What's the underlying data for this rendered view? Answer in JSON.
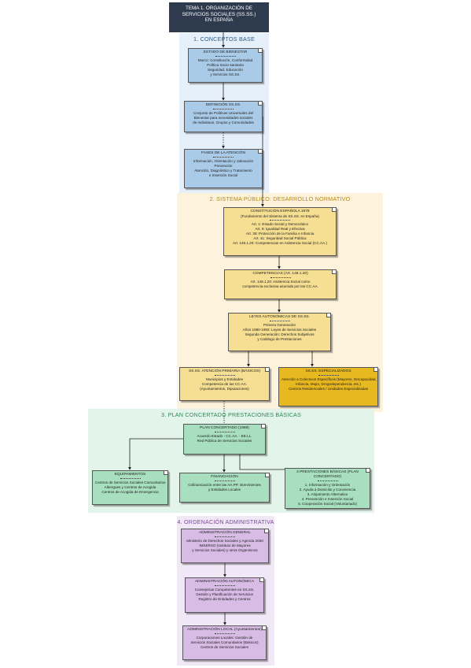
{
  "title": {
    "lines": [
      "TEMA 1. ORGANIZACIÓN DE",
      "SERVICIOS SOCIALES (SS.SS.)",
      "EN ESPAÑA"
    ]
  },
  "sections": {
    "s1": "1. CONCEPTOS BASE",
    "s2": "2. SISTEMA PÚBLICO: DESARROLLO NORMATIVO",
    "s3": "3. PLAN CONCERTADO PRESTACIONES BÁSICAS",
    "s4": "4. ORDENACIÓN ADMINISTRATIVA"
  },
  "nodes": {
    "estado": {
      "title": "ESTADO DE BIENESTAR",
      "lines": [
        "Marco: Constitución, Conformidad",
        "Política Socio-sanitaria",
        "Seguridad, Educación",
        "y Servicios SS.SS."
      ]
    },
    "definicion": {
      "title": "DEFINICIÓN SS.SS.",
      "lines": [
        "Conjunto de Políticas Universales del",
        "Bienestar para necesidades sociales",
        "de individuos, Grupos y Comunidades"
      ]
    },
    "fases": {
      "title": "FASES DE LA ATENCIÓN",
      "lines": [
        "Información, Orientación y Valoración",
        "Prevención",
        "Atención, Diagnóstico y Tratamiento",
        "e Inserción Social"
      ]
    },
    "constitucion": {
      "title": "CONSTITUCIÓN ESPAÑOLA 1978",
      "lines": [
        "(Fundamento del Sistema de SS.SS. en España)",
        "Art. 1: Estado Social y Democrático",
        "Art. 9: Igualdad Real y Efectiva",
        "Art. 39: Protección de la Familia e Infancia",
        "Art. 41: Seguridad Social Pública",
        "Art. 148.1.20: Competencias en Asistencia Social (CC.AA.)"
      ]
    },
    "competencias": {
      "title": "COMPETENCIAS (Art. 148.1.20)",
      "lines": [
        "Art. 148.1.20: Asistencia Social como",
        "competencia exclusiva asumida por las CC.AA."
      ]
    },
    "leyes": {
      "title": "LEYES AUTONÓMICAS DE SS.SS.",
      "lines": [
        "Primera Generación",
        "Años 1980-1993: Leyes de Servicios Sociales",
        "Segunda Generación: Derechos Subjetivos",
        "y Catálogo de Prestaciones"
      ]
    },
    "basicos": {
      "title": "SS.SS. ATENCIÓN PRIMARIA (BÁSICOS)",
      "lines": [
        "Municipios y Entidades",
        "Competencia de las CC.AA.",
        "(Ayuntamientos, Diputaciones)"
      ]
    },
    "especializados": {
      "title": "SS.SS. ESPECIALIZADOS",
      "lines": [
        "Atención a Colectivos Específicos (Mayores, Discapacidad,",
        "Infancia, Mujer, Drogodependencia, etc.)",
        "Centros Residenciales / Unidades Especializadas"
      ]
    },
    "plan": {
      "title": "PLAN CONCERTADO (1988)",
      "lines": [
        "Acuerdo Estado - CC.AA. - EE.LL.",
        "Red Pública de Servicios Sociales"
      ]
    },
    "equipamientos": {
      "title": "EQUIPAMIENTOS",
      "lines": [
        "Centros de Servicios Sociales Comunitarios",
        "Albergues y Centros de Acogida",
        "Centros de Acogida de Emergencia"
      ]
    },
    "financiacion": {
      "title": "FINANCIACIÓN",
      "lines": [
        "Cofinanciación entre las AA.PP. intervinientes",
        "y Entidades Locales"
      ]
    },
    "prestaciones": {
      "title": "4 PRESTACIONES BÁSICAS (PLAN CONCERTADO)",
      "lines": [
        "1. Información y Orientación",
        "2. Ayuda a Domicilio y Convivencia",
        "3. Alojamiento Alternativo",
        "4. Prevención e Inserción Social",
        "5. Cooperación Social (Voluntariado)"
      ]
    },
    "imserso": {
      "title": "ADMINISTRACIÓN GENERAL",
      "lines": [
        "Ministerio de Derechos Sociales y Agenda 2030",
        "IMSERSO (Instituto de Mayores",
        "y Servicios Sociales) y otros Organismos"
      ]
    },
    "autonomica": {
      "title": "ADMINISTRACIÓN AUTONÓMICA",
      "lines": [
        "Consejerías Competentes en SS.SS.",
        "Gestión y Planificación de Servicios",
        "Registro de Entidades y Centros"
      ]
    },
    "local": {
      "title": "ADMINISTRACIÓN LOCAL (Ayuntamientos)",
      "lines": [
        "Corporaciones Locales: Gestión de",
        "Servicios Sociales Comunitarios (Básicos)",
        "Centros de Servicios Sociales"
      ]
    }
  },
  "colors": {
    "title_bg": "#2e3b4e",
    "section1_bg": "#e6f0fa",
    "section2_bg": "#fdf3dc",
    "section3_bg": "#e3f4ea",
    "section4_bg": "#f1e8f7",
    "blue_node": "#a9cbe8",
    "yellow_node": "#f6df92",
    "gold_node": "#e8b820",
    "green_node": "#a7dfbf",
    "purple_node": "#d8bce6"
  }
}
